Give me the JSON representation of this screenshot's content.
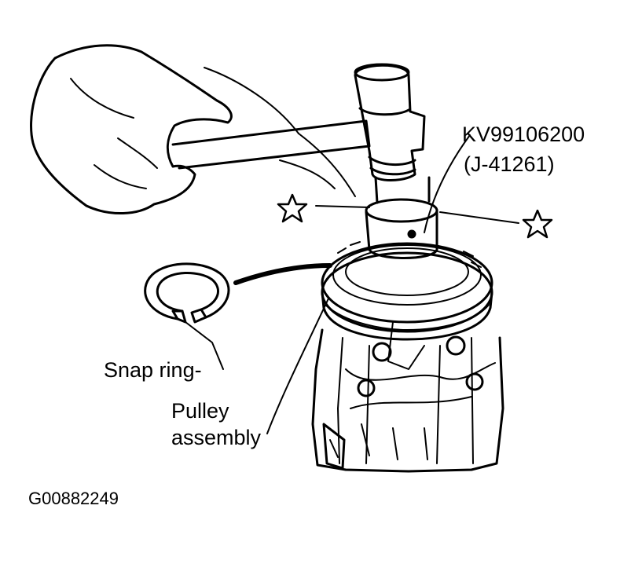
{
  "labels": {
    "tool_part_number": "KV99106200",
    "tool_alt_number": "(J-41261)",
    "snap_ring": "Snap ring-",
    "pulley_line1": "Pulley",
    "pulley_line2": "assembly",
    "figure_id": "G00882249"
  },
  "colors": {
    "ink": "#000000",
    "paper": "#ffffff"
  },
  "icons": [
    "star-icon",
    "star-icon"
  ]
}
